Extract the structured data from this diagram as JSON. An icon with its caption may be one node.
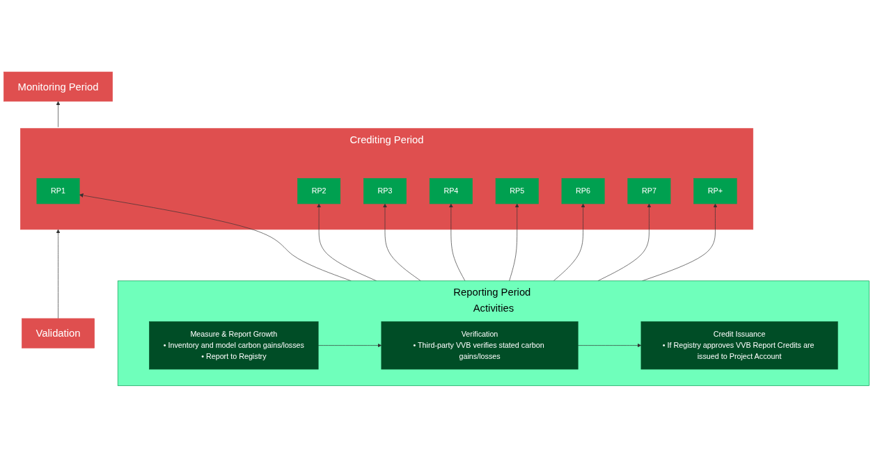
{
  "diagram": {
    "nodes": [
      {
        "text": [
          "Validation"
        ]
      },
      {
        "text": [
          "Crediting Period"
        ]
      },
      {
        "text": [
          "RP1"
        ],
        "in": 1
      },
      {
        "text": [
          "RP2"
        ],
        "in": 1
      },
      {
        "text": [
          "RP3"
        ],
        "in": 1
      },
      {
        "text": [
          "RP4"
        ],
        "in": 1
      },
      {
        "text": [
          "RP5"
        ],
        "in": 1
      },
      {
        "text": [
          "RP6"
        ],
        "in": 1
      },
      {
        "text": [
          "RP7"
        ],
        "in": 1
      },
      {
        "text": [
          "RP+"
        ],
        "in": 1
      },
      {
        "text": [
          "Monitoring Period"
        ]
      },
      {
        "text": [
          "Reporting Period Activities"
        ]
      },
      {
        "text": [
          "Measure & Report Growth",
          "• Inventory and model carbon gains/losses",
          "• Report to Registry"
        ],
        "in": 11
      },
      {
        "text": [
          "Verification",
          "• Third-party VVB verifies stated carbon gains/losses"
        ],
        "in": 11
      },
      {
        "text": [
          "Credit Issuance",
          "• If Registry approves VVB Report Credits are issued to Project Account"
        ],
        "in": 11
      }
    ],
    "edges": [
      {
        "from": 0,
        "to": 1,
        "arrow": "to"
      },
      {
        "from": 1,
        "to": 10,
        "arrow": "to"
      },
      {
        "from": 11,
        "to": 2,
        "arrow": "to"
      },
      {
        "from": 11,
        "to": 3,
        "arrow": "to"
      },
      {
        "from": 11,
        "to": 4,
        "arrow": "to"
      },
      {
        "from": 11,
        "to": 5,
        "arrow": "to"
      },
      {
        "from": 11,
        "to": 6,
        "arrow": "to"
      },
      {
        "from": 11,
        "to": 7,
        "arrow": "to"
      },
      {
        "from": 11,
        "to": 8,
        "arrow": "to"
      },
      {
        "from": 11,
        "to": 9,
        "arrow": "to"
      },
      {
        "from": 12,
        "to": 13,
        "arrow": "to"
      },
      {
        "from": 13,
        "to": 14,
        "arrow": "to"
      }
    ]
  }
}
